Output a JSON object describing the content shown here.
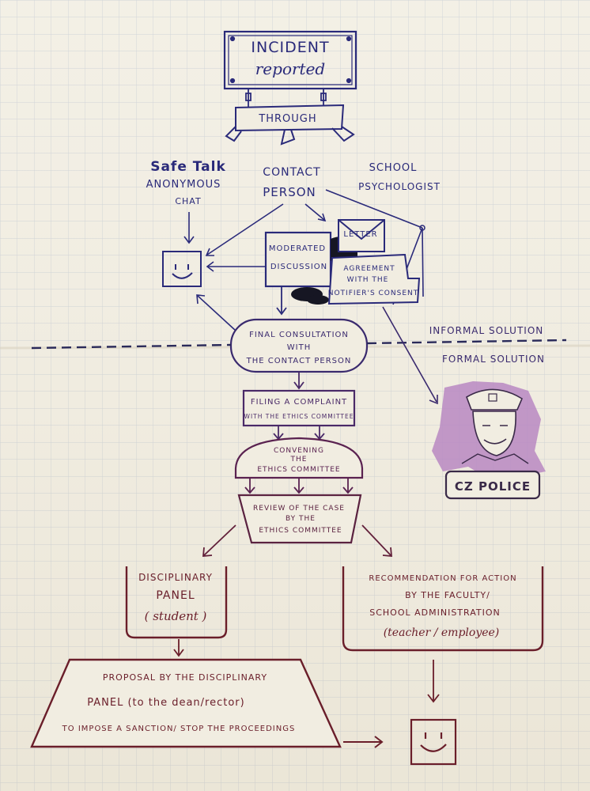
{
  "colors": {
    "paper": "#f1ede1",
    "grid": "#c7ccd2",
    "ink_blue": "#2a2a7a",
    "ink_purple": "#4a2a68",
    "ink_maroon": "#6a1e2a",
    "police_fill": "#b888c2"
  },
  "diagram": {
    "incident": {
      "line1": "INCIDENT",
      "line2": "reported"
    },
    "through": "THROUGH",
    "channels": {
      "safe_talk": {
        "line1": "Safe Talk",
        "line2": "ANONYMOUS",
        "line3": "CHAT"
      },
      "contact_person": {
        "line1": "CONTACT",
        "line2": "PERSON"
      },
      "school_psychologist": {
        "line1": "SCHOOL",
        "line2": "PSYCHOLOGIST"
      }
    },
    "moderated_discussion": {
      "line1": "MODERATED",
      "line2": "DISCUSSION"
    },
    "letter": "LETTER",
    "agreement": {
      "line1": "AGREEMENT",
      "line2": "WITH THE",
      "line3": "NOTIFIER'S CONSENT"
    },
    "final_consultation": {
      "line1": "FINAL CONSULTATION",
      "line2": "WITH",
      "line3": "THE CONTACT PERSON"
    },
    "informal_solution": "INFORMAL SOLUTION",
    "formal_solution": "FORMAL SOLUTION",
    "police": "CZ POLICE",
    "filing_complaint": {
      "line1": "FILING A COMPLAINT",
      "line2": "WITH THE ETHICS COMMITTEE"
    },
    "convening": {
      "line1": "CONVENING",
      "line2": "THE",
      "line3": "ETHICS COMMITTEE"
    },
    "review": {
      "line1": "REVIEW OF THE CASE",
      "line2": "BY THE",
      "line3": "ETHICS COMMITTEE"
    },
    "disciplinary_panel": {
      "line1": "DISCIPLINARY",
      "line2": "PANEL",
      "line3": "( student )"
    },
    "recommendation": {
      "line1": "RECOMMENDATION FOR ACTION",
      "line2": "BY THE FACULTY/",
      "line3": "SCHOOL ADMINISTRATION",
      "line4": "(teacher / employee)"
    },
    "proposal": {
      "line1": "PROPOSAL BY THE DISCIPLINARY",
      "line2": "PANEL (to the dean/rector)",
      "line3": "TO IMPOSE A SANCTION/ STOP THE PROCEEDINGS"
    }
  }
}
